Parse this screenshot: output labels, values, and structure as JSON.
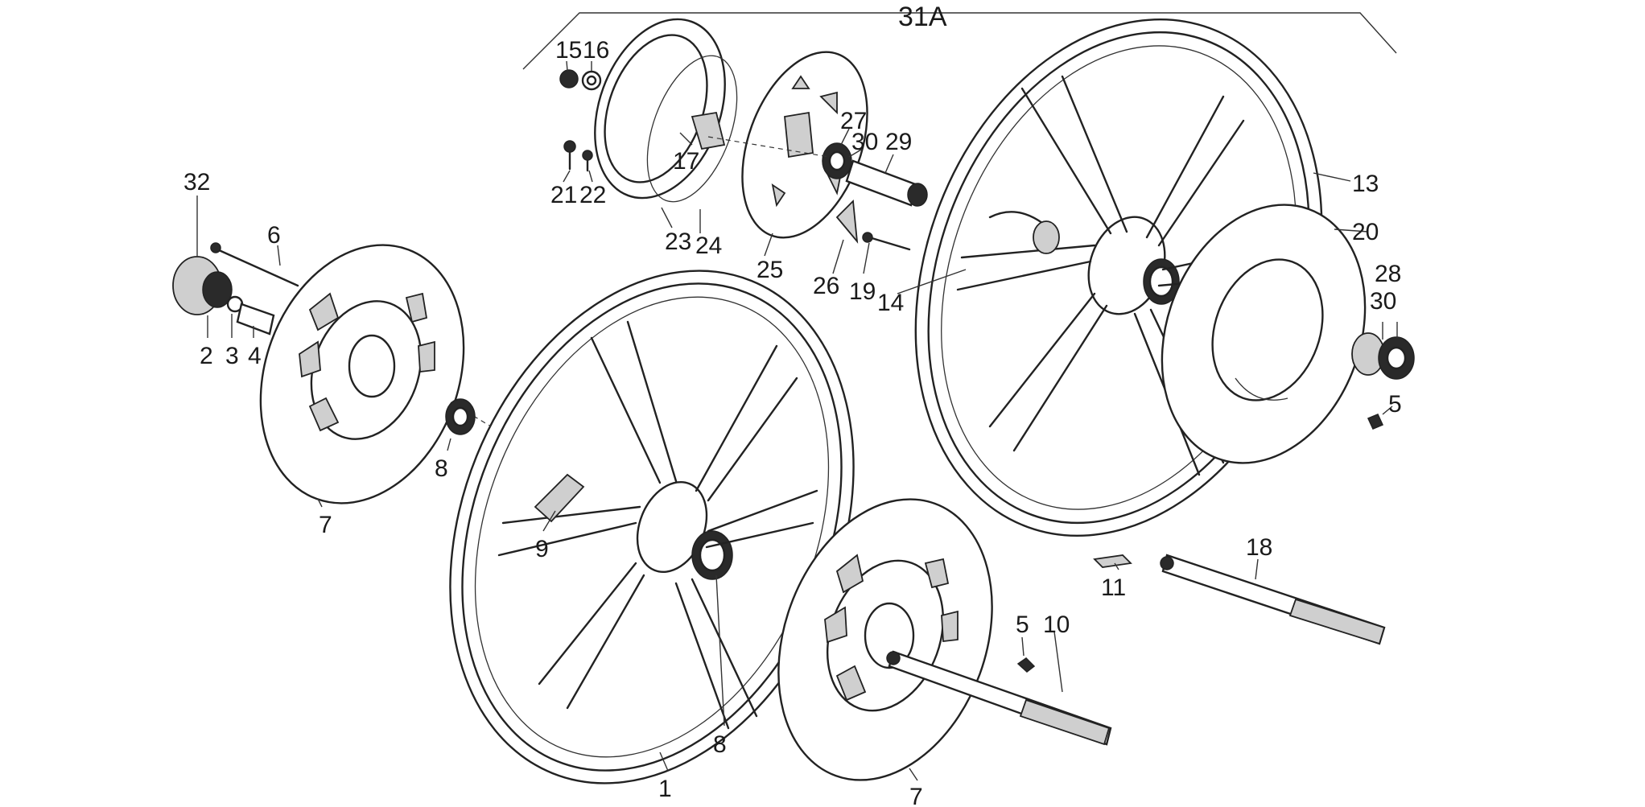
{
  "diagram": {
    "part_labels": [
      "31A",
      "15",
      "16",
      "17",
      "27",
      "30",
      "29",
      "21",
      "22",
      "23",
      "24",
      "25",
      "26",
      "19",
      "14",
      "13",
      "20",
      "28",
      "30",
      "5",
      "32",
      "6",
      "2",
      "3",
      "4",
      "8",
      "7",
      "9",
      "1",
      "8",
      "7",
      "5",
      "10",
      "11",
      "18"
    ]
  },
  "colors": {
    "ink": "#222222",
    "paper": "#ffffff"
  }
}
